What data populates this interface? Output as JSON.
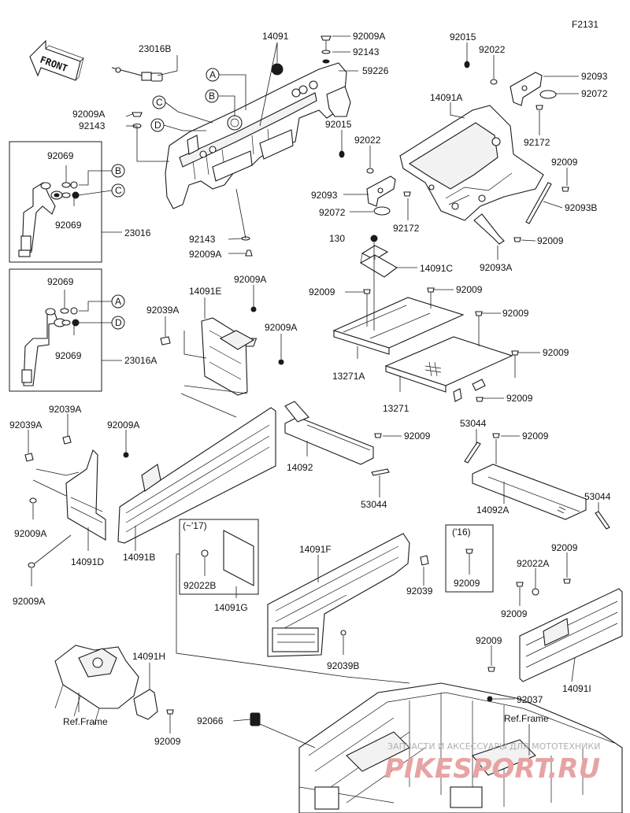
{
  "diagram": {
    "code": "F2131",
    "front_label": "FRONT",
    "parts": {
      "p23016B": "23016B",
      "p14091": "14091",
      "p92009A_1": "92009A",
      "p92143_1": "92143",
      "p59226": "59226",
      "p92009A_2": "92009A",
      "p92143_2": "92143",
      "p92069_1": "92069",
      "p92069_2": "92069",
      "p23016": "23016",
      "p92143_3": "92143",
      "p92009A_3": "92009A",
      "p92069_3": "92069",
      "p92069_4": "92069",
      "p23016A": "23016A",
      "p92015_1": "92015",
      "p92022_1": "92022",
      "p92093_1": "92093",
      "p92072_1": "92072",
      "p92172_1": "92172",
      "p14091A": "14091A",
      "p92015_2": "92015",
      "p92022_2": "92022",
      "p92093_2": "92093",
      "p92072_2": "92072",
      "p92172_2": "92172",
      "p92009_1": "92009",
      "p92093B": "92093B",
      "p92009_2": "92009",
      "p92093A": "92093A",
      "p130": "130",
      "p14091C": "14091C",
      "p92009_3": "92009",
      "p92009_4": "92009",
      "p92009_5": "92009",
      "p92009_6": "92009",
      "p92009_7": "92009",
      "p13271A": "13271A",
      "p13271": "13271",
      "p14091E": "14091E",
      "p92009A_4": "92009A",
      "p92039A_1": "92039A",
      "p92009A_5": "92009A",
      "p92039A_2": "92039A",
      "p92039A_3": "92039A",
      "p92009A_6": "92009A",
      "p92009A_7": "92009A",
      "p14091D": "14091D",
      "p92009A_8": "92009A",
      "p14091B": "14091B",
      "p92009_8": "92009",
      "p14092": "14092",
      "p53044_1": "53044",
      "p53044_2": "53044",
      "p92009_9": "92009",
      "p14092A": "14092A",
      "p53044_3": "53044",
      "p_17": "(~'17)",
      "p92022B": "92022B",
      "p14091G": "14091G",
      "p14091F": "14091F",
      "p92039": "92039",
      "p92039B": "92039B",
      "p_16": "('16)",
      "p92009_10": "92009",
      "p92009_11": "92009",
      "p92022A": "92022A",
      "p92009_12": "92009",
      "p92009_13": "92009",
      "p14091I": "14091I",
      "p14091H": "14091H",
      "pRefFrame1": "Ref.Frame",
      "p92009_14": "92009",
      "p92066": "92066",
      "p92037": "92037",
      "pRefFrame2": "Ref.Frame"
    },
    "callouts": [
      "A",
      "B",
      "C",
      "D"
    ],
    "watermark": {
      "line1": "ЗАПЧАСТИ И АКСЕССУАРЫ ДЛЯ МОТОТЕХНИКИ",
      "line2": "PIKESPORT.RU"
    }
  }
}
